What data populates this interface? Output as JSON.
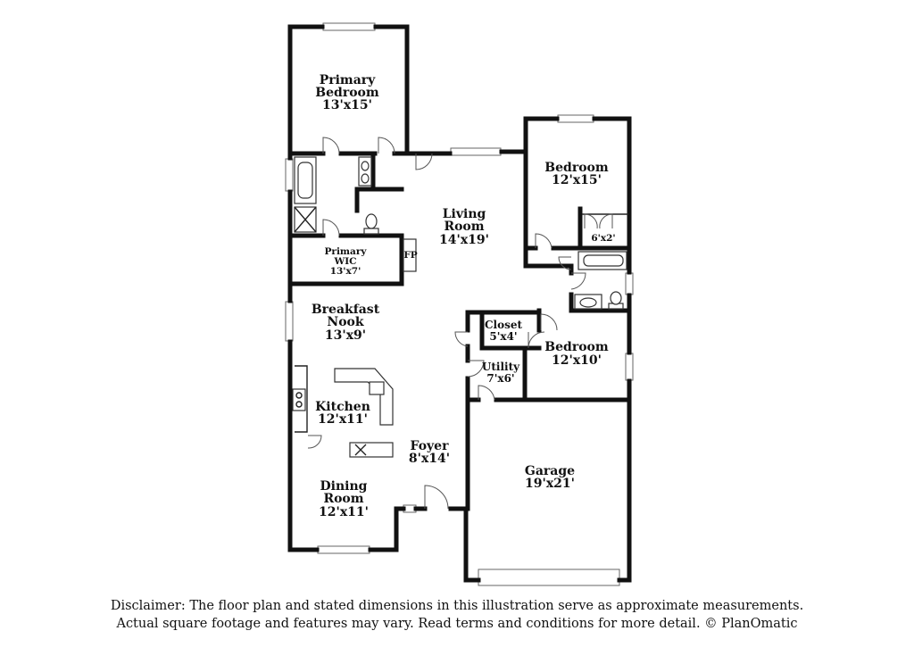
{
  "rooms": {
    "primary_bedroom": {
      "name_line1": "Primary",
      "name_line2": "Bedroom",
      "dims": "13'x15'"
    },
    "bedroom_1": {
      "name": "Bedroom",
      "dims": "12'x15'"
    },
    "closet_6x2": {
      "dims": "6'x2'"
    },
    "living_room": {
      "name_line1": "Living",
      "name_line2": "Room",
      "dims": "14'x19'"
    },
    "primary_wic": {
      "name_line1": "Primary",
      "name_line2": "WIC",
      "dims": "13'x7'"
    },
    "fireplace": {
      "label": "FP"
    },
    "breakfast_nook": {
      "name_line1": "Breakfast",
      "name_line2": "Nook",
      "dims": "13'x9'"
    },
    "closet": {
      "name": "Closet",
      "dims": "5'x4'"
    },
    "bedroom_2": {
      "name": "Bedroom",
      "dims": "12'x10'"
    },
    "utility": {
      "name": "Utility",
      "dims": "7'x6'"
    },
    "kitchen": {
      "name": "Kitchen",
      "dims": "12'x11'"
    },
    "foyer": {
      "name": "Foyer",
      "dims": "8'x14'"
    },
    "garage": {
      "name": "Garage",
      "dims": "19'x21'"
    },
    "dining_room": {
      "name_line1": "Dining",
      "name_line2": "Room",
      "dims": "12'x11'"
    }
  },
  "disclaimer": {
    "line1": "Disclaimer: The floor plan and stated dimensions in this illustration serve as approximate measurements.",
    "line2": "Actual square footage and features may vary. Read terms and conditions for more detail. © PlanOmatic"
  }
}
